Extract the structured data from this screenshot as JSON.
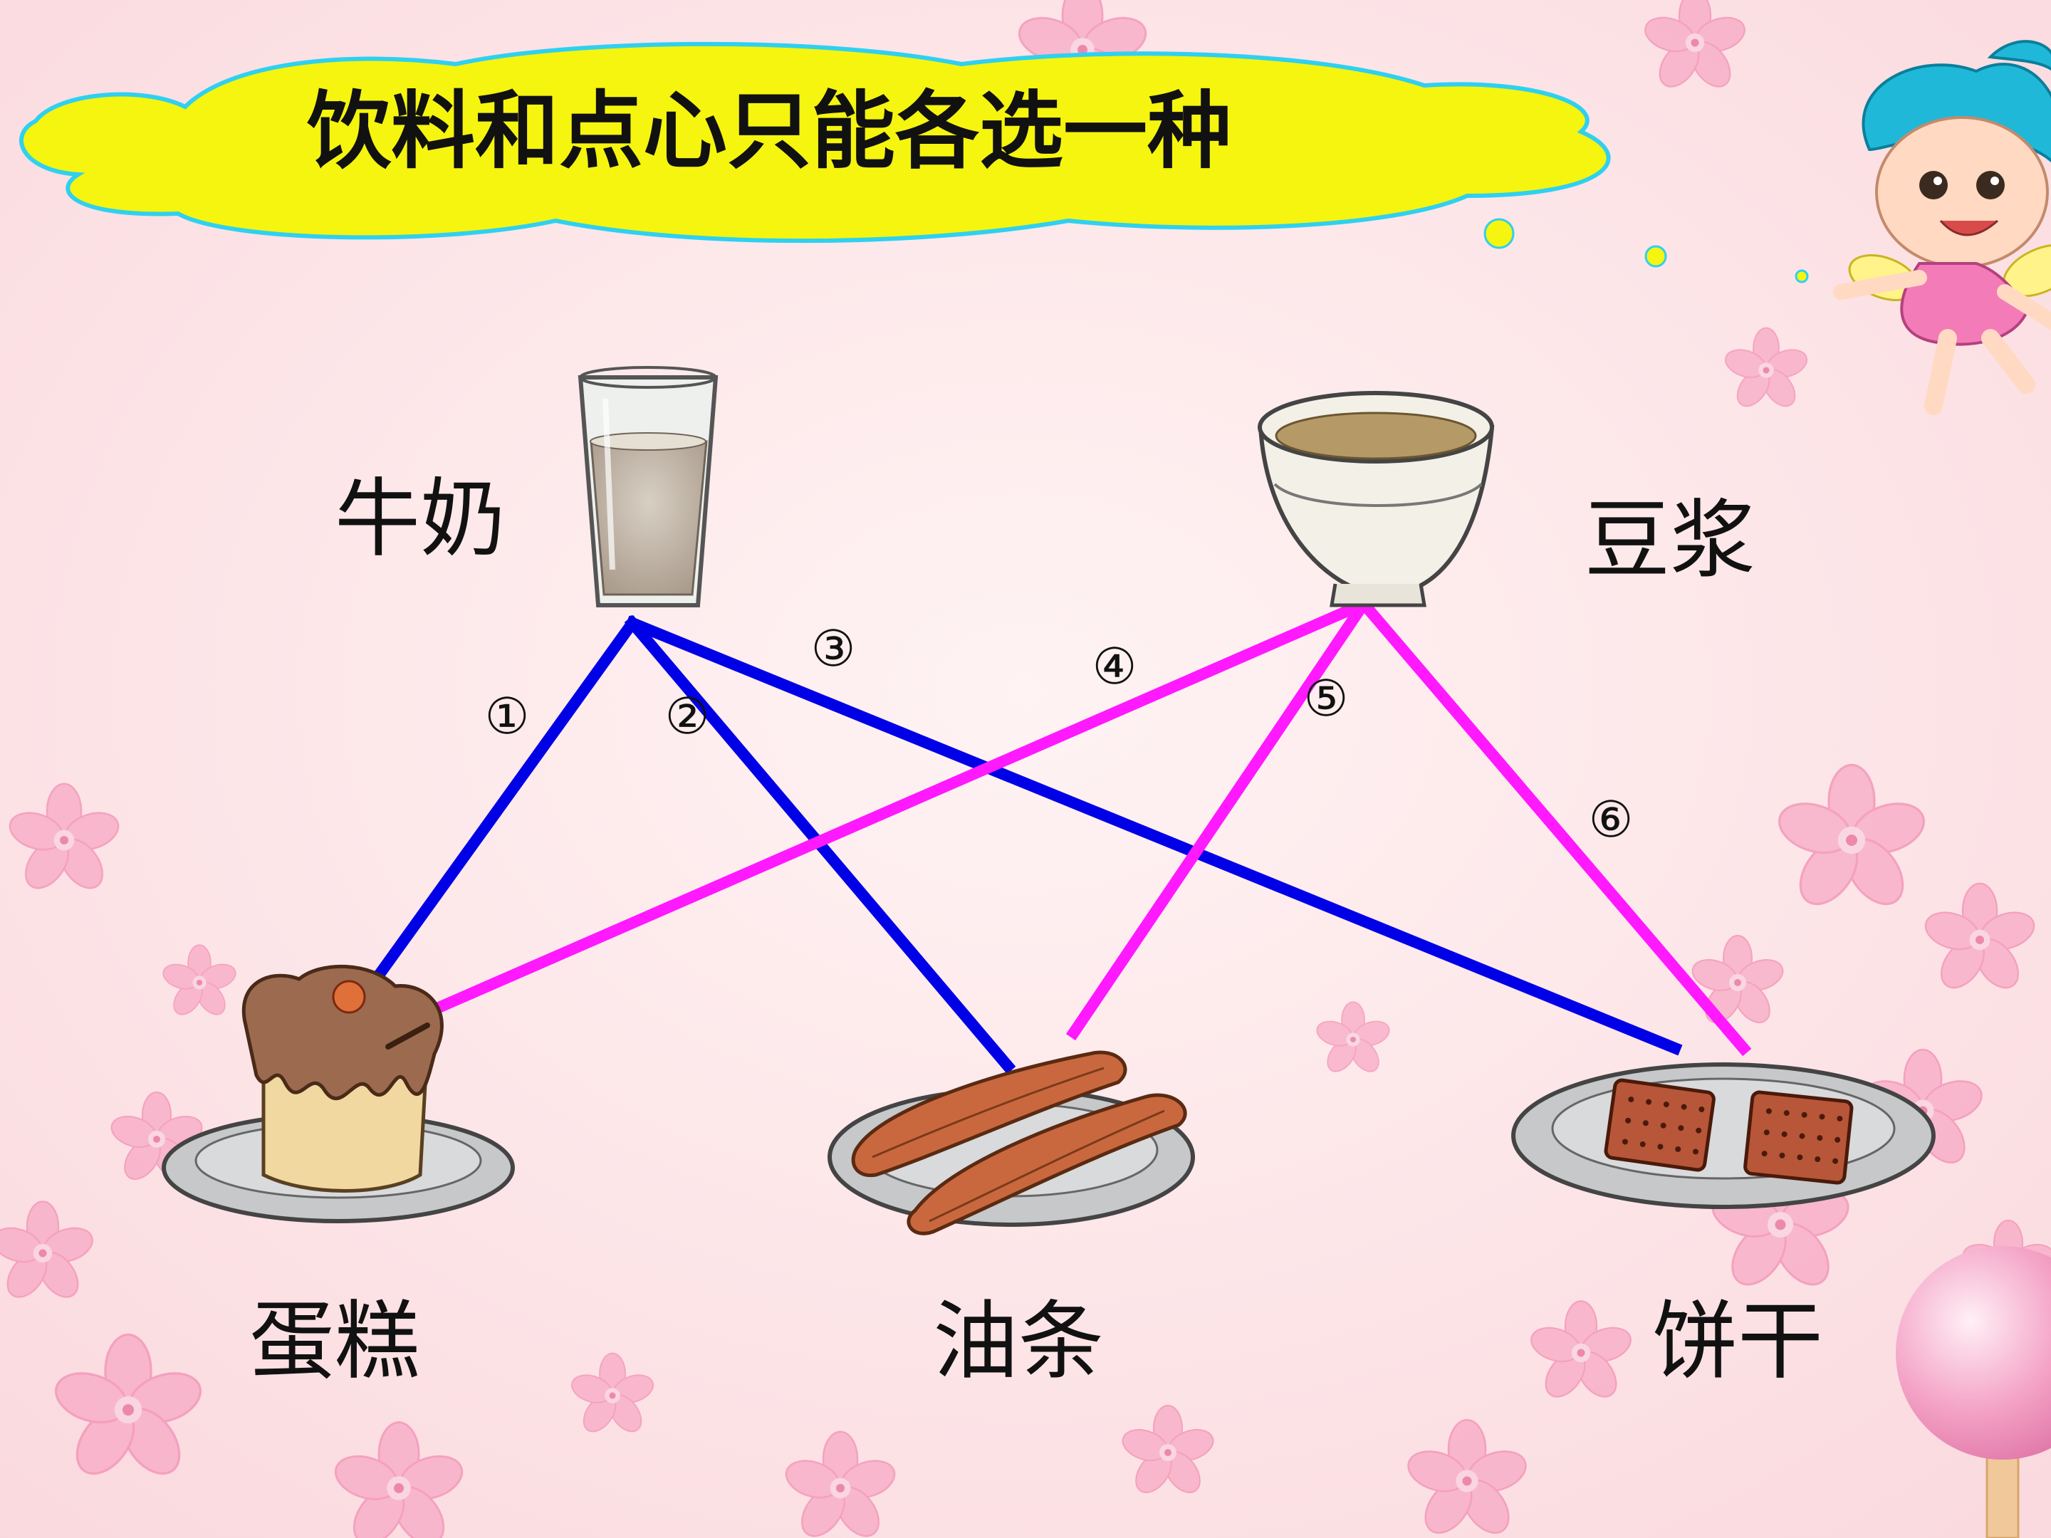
{
  "title": "饮料和点心只能各选一种",
  "drinks": [
    {
      "id": "milk",
      "label": "牛奶",
      "icon": "milk-glass-icon"
    },
    {
      "id": "soymilk",
      "label": "豆浆",
      "icon": "soymilk-bowl-icon"
    }
  ],
  "snacks": [
    {
      "id": "cake",
      "label": "蛋糕",
      "icon": "cake-plate-icon"
    },
    {
      "id": "youtiao",
      "label": "油条",
      "icon": "youtiao-plate-icon"
    },
    {
      "id": "biscuit",
      "label": "饼干",
      "icon": "biscuit-plate-icon"
    }
  ],
  "connections": [
    {
      "num": "①",
      "from": "milk",
      "to": "cake",
      "color": "#0000e6"
    },
    {
      "num": "②",
      "from": "milk",
      "to": "youtiao",
      "color": "#0000e6"
    },
    {
      "num": "③",
      "from": "milk",
      "to": "biscuit",
      "color": "#0000e6"
    },
    {
      "num": "④",
      "from": "soymilk",
      "to": "cake",
      "color": "#ff19ff"
    },
    {
      "num": "⑤",
      "from": "soymilk",
      "to": "youtiao",
      "color": "#ff19ff"
    },
    {
      "num": "⑥",
      "from": "soymilk",
      "to": "biscuit",
      "color": "#ff19ff"
    }
  ],
  "colors": {
    "background": "#fde6e8",
    "title_cloud": "#f5f50f",
    "title_cloud_border": "#2fd0f0",
    "milk_lines": "#0000e6",
    "soymilk_lines": "#ff19ff"
  },
  "decorations": {
    "character": "fairy-character-icon",
    "flowers": "sakura-flower-icon"
  }
}
